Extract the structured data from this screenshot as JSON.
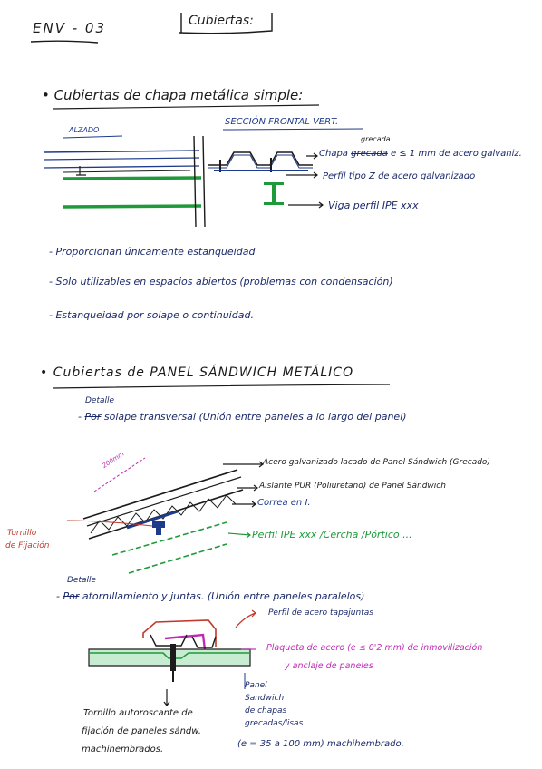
{
  "header": {
    "code": "ENV - 03",
    "title": "Cubiertas:"
  },
  "section1": {
    "heading": "Cubiertas de chapa metálica simple:",
    "label_alzado": "ALZADO",
    "label_seccion": "SECCIÓN",
    "label_seccion_struck": "FRONTAL",
    "label_vert": "VERT.",
    "callout_1_word_inserted": "grecada",
    "callout_1": "Chapa",
    "callout_1_struck": "grecada",
    "callout_1_rest": "e ≤ 1 mm de acero galvaniz.",
    "callout_2": "Perfil tipo Z de acero galvanizado",
    "callout_3": "Viga perfil IPE xxx",
    "bullets": [
      "Proporcionan únicamente estanqueidad",
      "Solo utilizables en espacios abiertos (problemas con condensación)",
      "Estanqueidad por solape o continuidad."
    ]
  },
  "section2": {
    "heading": "Cubiertas de PANEL SÁNDWICH METÁLICO",
    "detail1_word": "Detalle",
    "detail1_struck": "Por",
    "detail1_text": "solape transversal (Unión entre paneles a lo largo del panel)",
    "dim_label": "200mm",
    "left_label_1": "Tornillo",
    "left_label_2": "de Fijación",
    "callout_a": "Acero galvanizado lacado de Panel Sándwich (Grecado)",
    "callout_b": "Aislante PUR (Poliuretano) de Panel Sándwich",
    "callout_c": "Correa en I.",
    "callout_d": "Perfil IPE xxx /Cercha /Pórtico ...",
    "detail2_word": "Detalle",
    "detail2_struck": "Por",
    "detail2_text": "atornillamiento y juntas. (Unión entre paneles paralelos)",
    "callout_e": "Perfil de acero tapajuntas",
    "callout_f1": "Plaqueta de acero (e ≤ 0'2 mm) de inmovilización",
    "callout_f2": "y anclaje de paneles",
    "bottom_left_1": "Tornillo autoroscante de",
    "bottom_left_2": "fijación de paneles sándw.",
    "bottom_left_3": "machihembrados.",
    "bottom_right_1": "Panel",
    "bottom_right_2": "Sandwich",
    "bottom_right_3": "de chapas",
    "bottom_right_4": "grecadas/lisas",
    "bottom_right_5": "(e = 35 a 100 mm) machihembrado."
  },
  "colors": {
    "ink_black": "#1b1b1b",
    "ink_blue": "#1e3a8a",
    "ink_green": "#1f9a3a",
    "ink_magenta": "#c02bb5",
    "ink_red": "#c0392b"
  }
}
